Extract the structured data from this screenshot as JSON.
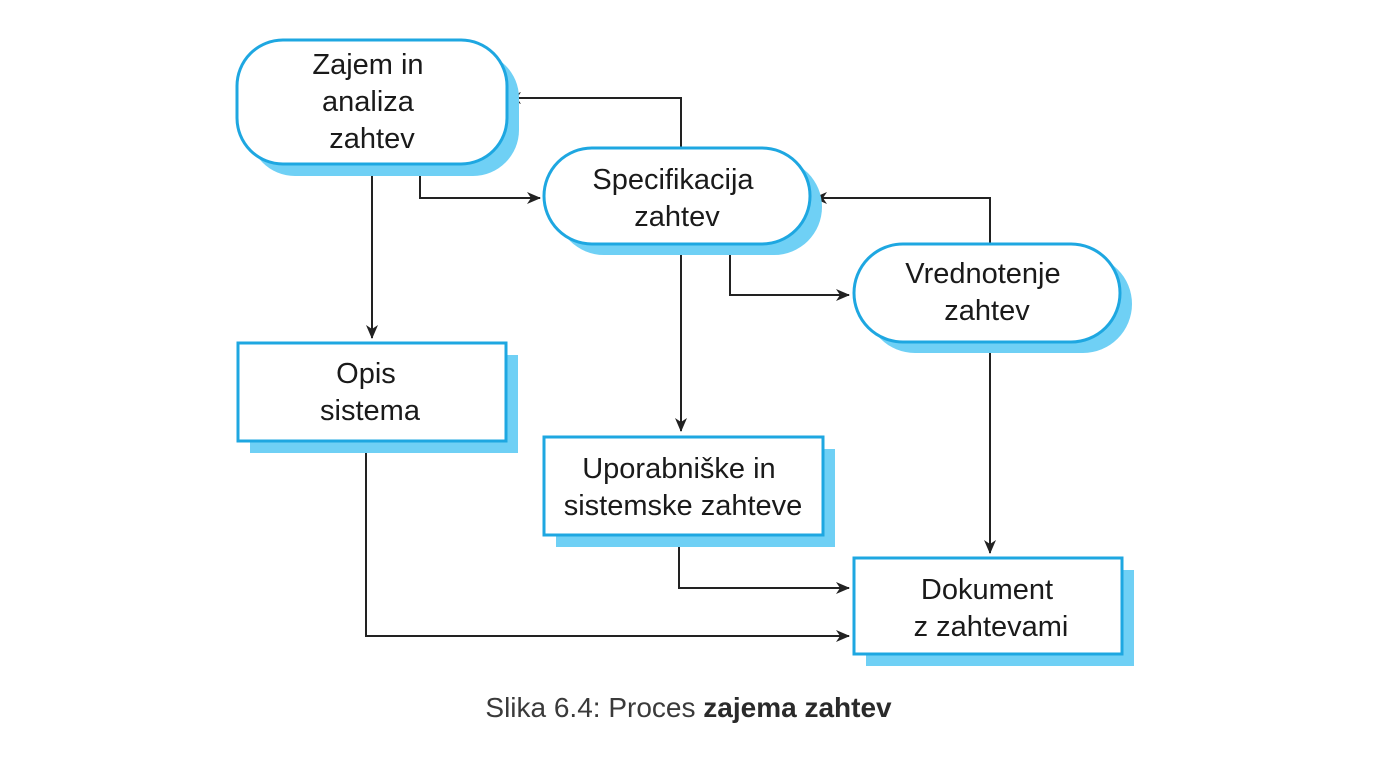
{
  "colors": {
    "border": "#1ea7e1",
    "shadow": "#6fd0f5",
    "fill": "#ffffff",
    "arrow": "#222222",
    "text": "#1a1a1a"
  },
  "nodes": {
    "zajem": {
      "lines": [
        "Zajem in",
        "analiza",
        "zahtev"
      ]
    },
    "specifikacija": {
      "lines": [
        "Specifikacija",
        "zahtev"
      ]
    },
    "vrednotenje": {
      "lines": [
        "Vrednotenje",
        "zahtev"
      ]
    },
    "opis": {
      "lines": [
        "Opis",
        "sistema"
      ]
    },
    "uporabniske": {
      "lines": [
        "Uporabniške in",
        "sistemske zahteve"
      ]
    },
    "dokument": {
      "lines": [
        "Dokument",
        "z zahtevami"
      ]
    }
  },
  "caption": {
    "prefix": "Slika 6.4: Proces ",
    "bold": "zajema zahtev"
  }
}
